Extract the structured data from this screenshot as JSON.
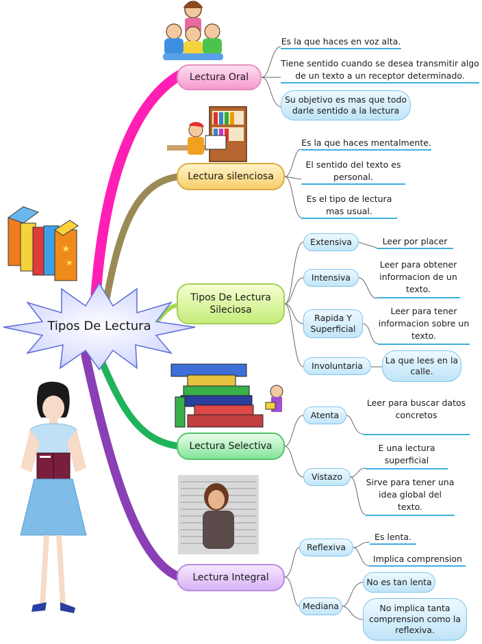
{
  "central": {
    "label": "Tipos De Lectura"
  },
  "branches": {
    "oral": {
      "label": "Lectura Oral",
      "notes": [
        "Es la que haces en voz alta.",
        "Tiene sentido cuando se desea transmitir algo de un texto a un receptor determinado.",
        "Su objetivo es mas que todo darle sentido a la lectura"
      ]
    },
    "silenciosa": {
      "label": "Lectura silenciosa",
      "notes": [
        "Es la que haces mentalmente.",
        "El sentido del texto es personal.",
        "Es el tipo de lectura mas usual."
      ]
    },
    "tipos": {
      "label": "Tipos De Lectura Sileciosa",
      "items": [
        {
          "label": "Extensiva",
          "note": "Leer por placer"
        },
        {
          "label": "Intensiva",
          "note": "Leer para obtener informacion de un texto."
        },
        {
          "label": "Rapida Y Superficial",
          "note": "Leer para tener informacion sobre un texto."
        },
        {
          "label": "Involuntaria",
          "note": "La que lees en la calle."
        }
      ]
    },
    "selectiva": {
      "label": "Lectura Selectiva",
      "items": [
        {
          "label": "Atenta",
          "notes": [
            "Leer para buscar datos concretos"
          ]
        },
        {
          "label": "Vistazo",
          "notes": [
            "E una lectura superficial",
            "Sirve para tener una idea global del texto."
          ]
        }
      ]
    },
    "integral": {
      "label": "Lectura Integral",
      "items": [
        {
          "label": "Reflexiva",
          "notes": [
            "Es lenta.",
            "Implica comprension"
          ]
        },
        {
          "label": "Mediana",
          "notes": [
            "No es tan lenta",
            "No implica tanta comprension como la reflexiva."
          ]
        }
      ]
    }
  },
  "colors": {
    "oral": "#ff1fb4",
    "silenciosa": "#9a8a55",
    "tipos": "#a3d84e",
    "selectiva": "#1fb35a",
    "integral": "#8a3fb5",
    "connector": "#555555",
    "underline": "#3eaee0"
  }
}
